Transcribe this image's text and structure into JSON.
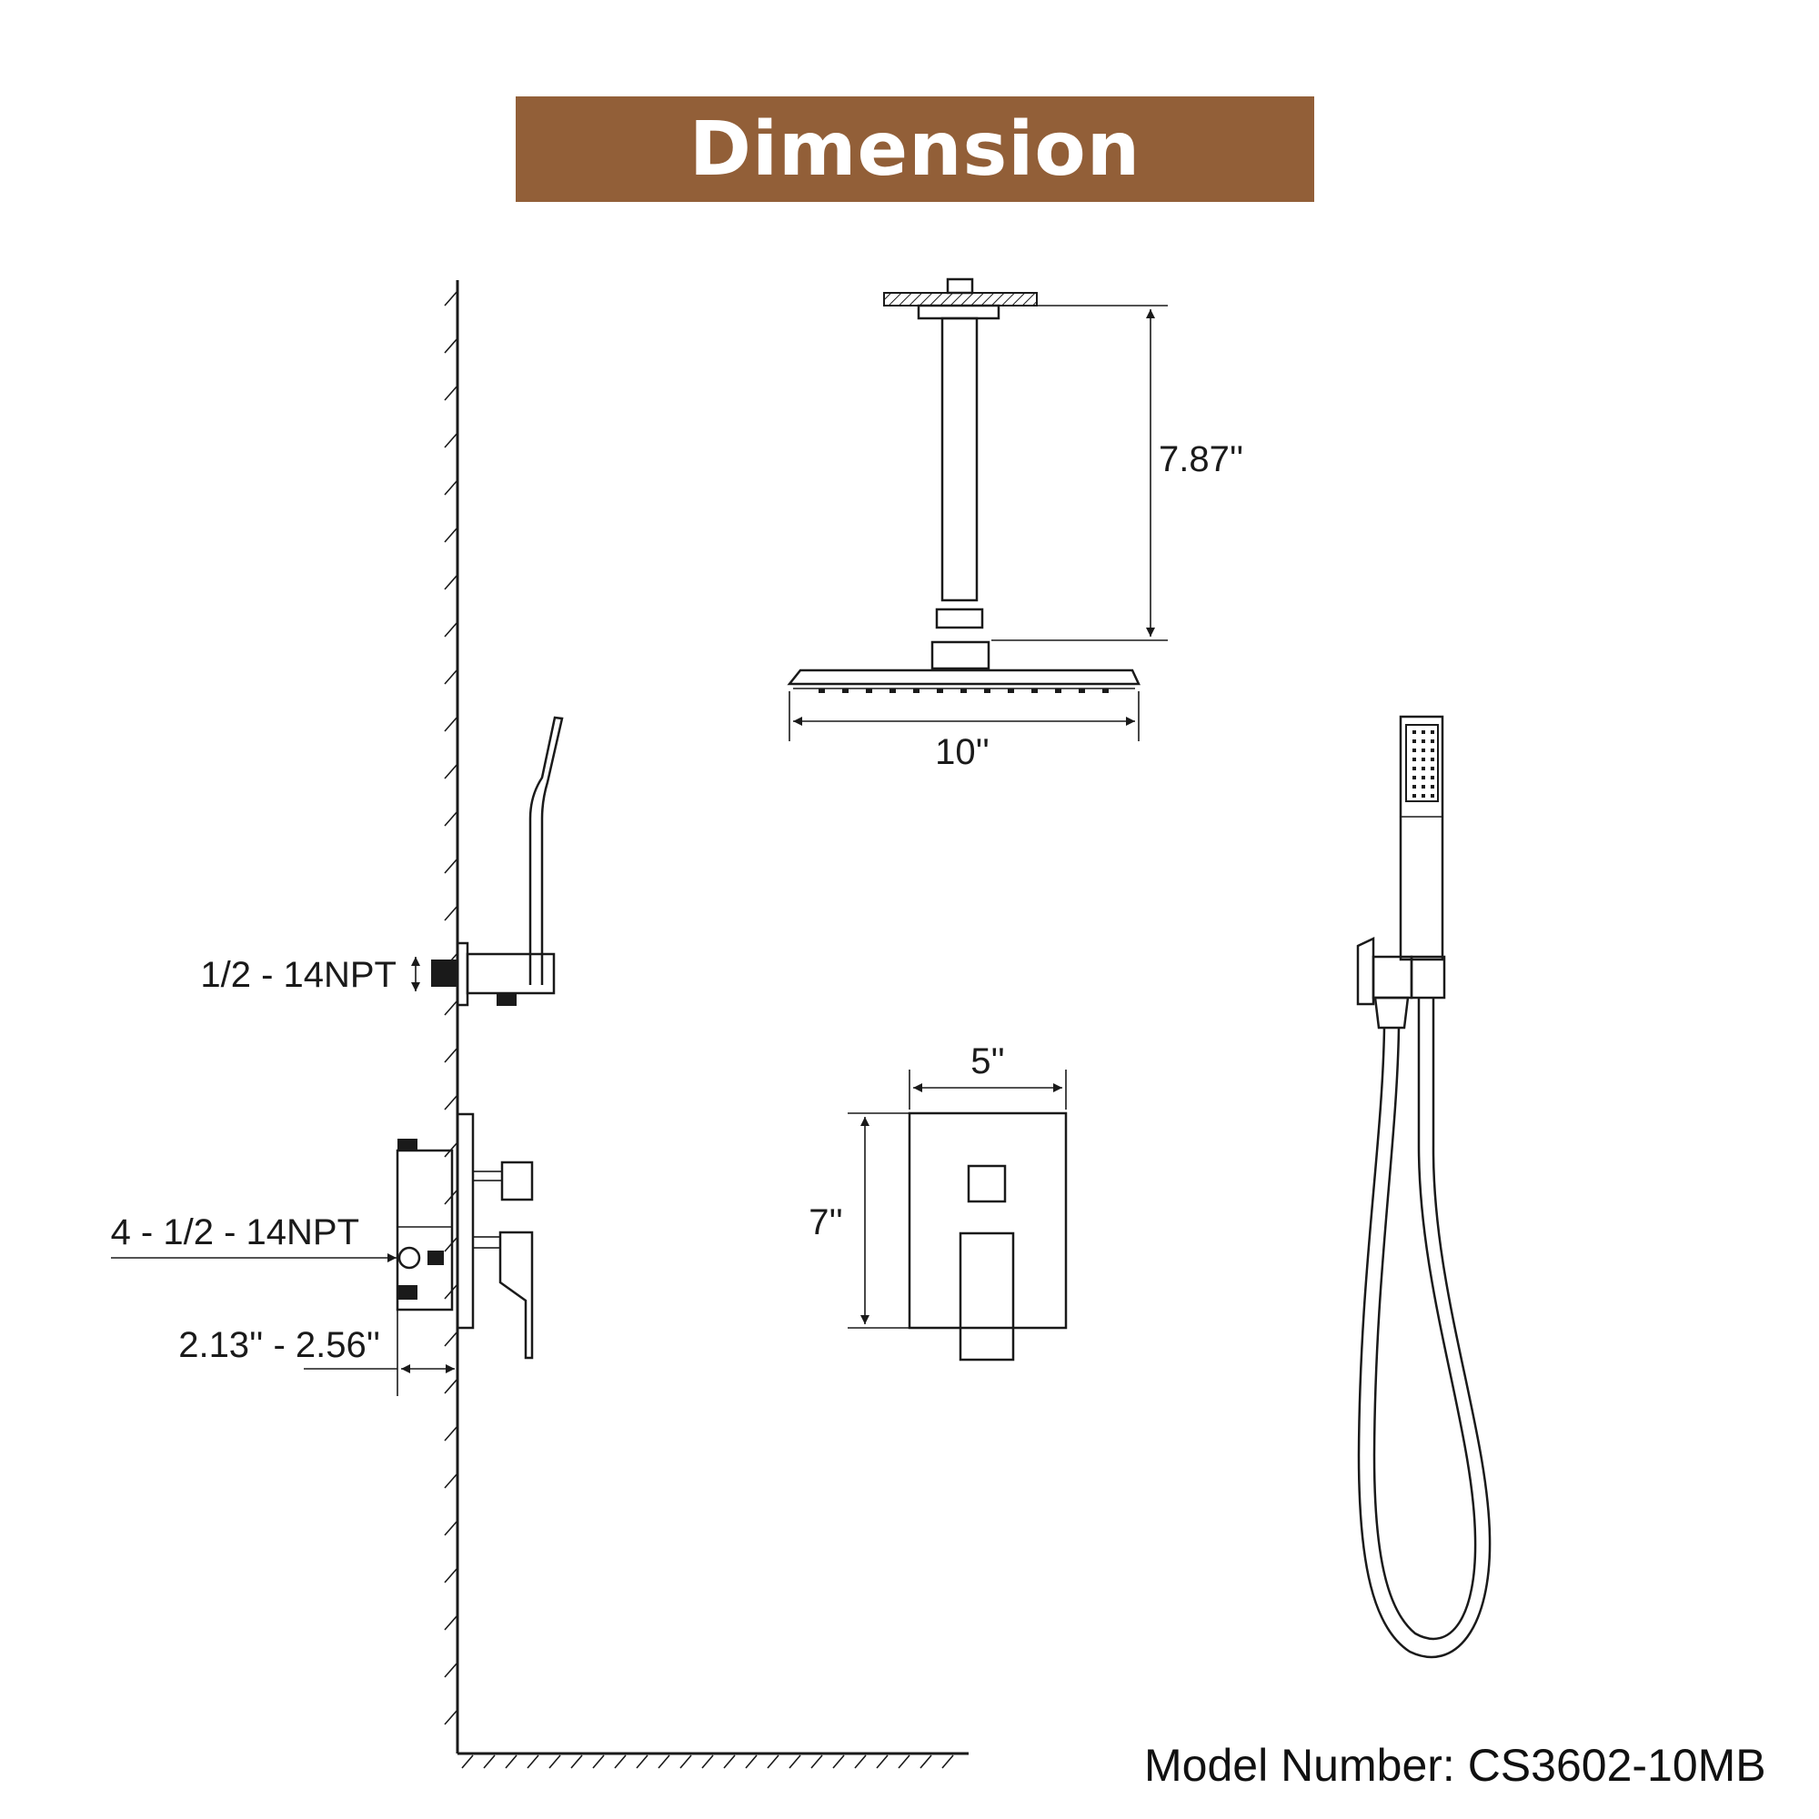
{
  "header": {
    "title": "Dimension"
  },
  "labels": {
    "arm_height": "7.87''",
    "head_width": "10''",
    "plate_width": "5''",
    "plate_height": "7''",
    "outlet_thread": "1/2 - 14NPT",
    "inlet_threads": "4 - 1/2 - 14NPT",
    "valve_depth": "2.13'' - 2.56''"
  },
  "footer": {
    "model": "Model Number: CS3602-10MB"
  },
  "colors": {
    "banner": "#925f38",
    "banner_text": "#ffffff",
    "lines": "#1a1a1a"
  }
}
